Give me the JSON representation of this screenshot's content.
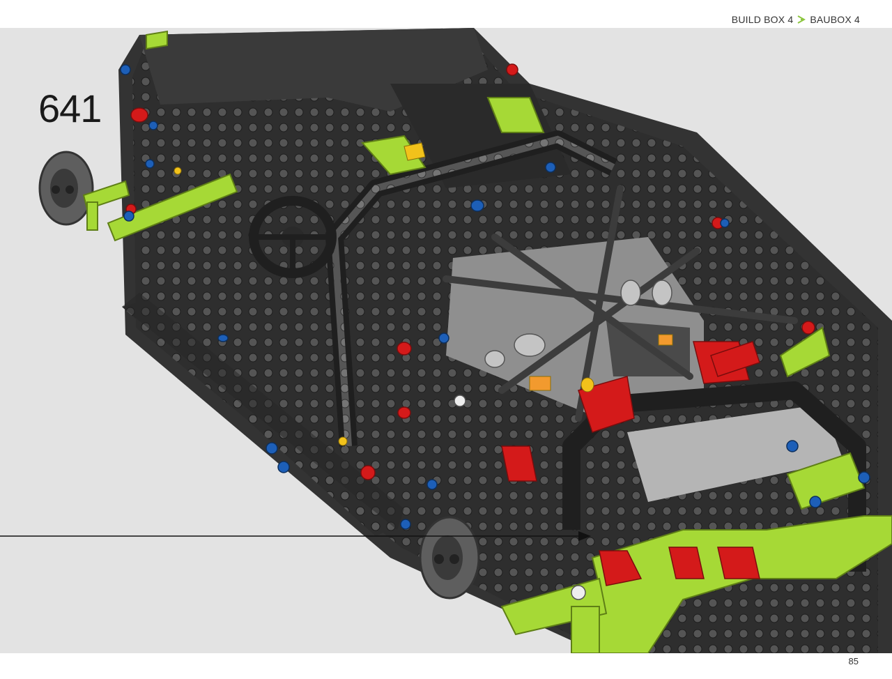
{
  "header": {
    "breadcrumb_en": "BUILD BOX 4",
    "breadcrumb_separator_icon": "chevron-right-icon",
    "breadcrumb_de": "BAUBOX 4"
  },
  "step": {
    "number": "641"
  },
  "illustration": {
    "subject": "technic-car-chassis-model",
    "colors": {
      "background": "#e3e3e3",
      "dark_beam": "#2b2b2b",
      "grey_part": "#8a8a8a",
      "lime_part": "#a6d936",
      "red_pin": "#d41a1a",
      "blue_pin": "#1d5fb8",
      "yellow_part": "#f2c21b"
    }
  },
  "footer": {
    "page_number": "85"
  }
}
